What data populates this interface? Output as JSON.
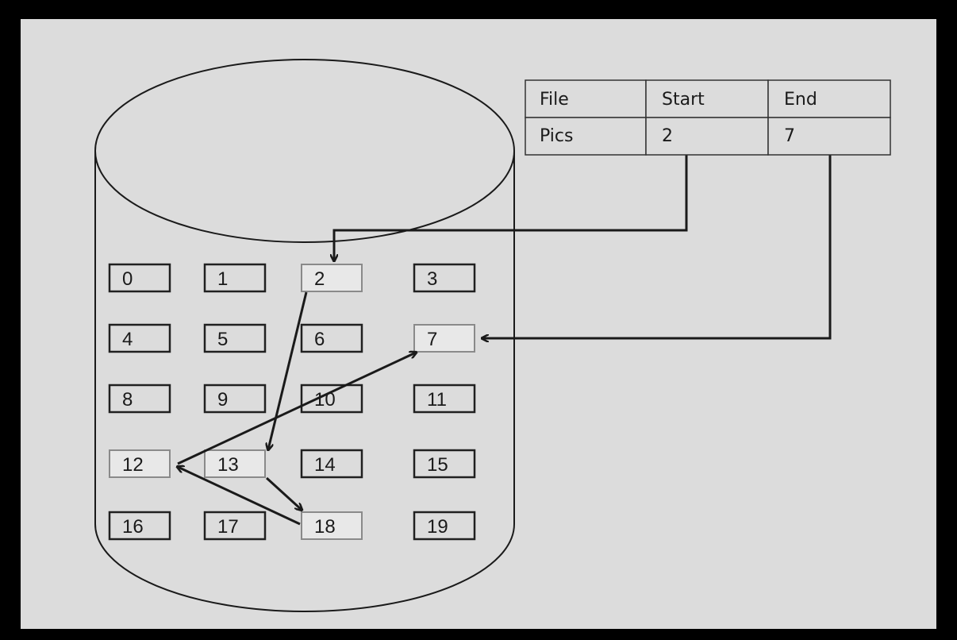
{
  "colors": {
    "background": "#000000",
    "panel": "#dcdcdc",
    "stroke": "#1a1a1a",
    "highlight_border": "#8a8a8a"
  },
  "table": {
    "headers": [
      "File",
      "Start",
      "End"
    ],
    "row": [
      "Pics",
      "2",
      "7"
    ]
  },
  "blocks": [
    "0",
    "1",
    "2",
    "3",
    "4",
    "5",
    "6",
    "7",
    "8",
    "9",
    "10",
    "11",
    "12",
    "13",
    "14",
    "15",
    "16",
    "17",
    "18",
    "19"
  ],
  "highlighted_blocks": [
    "2",
    "7",
    "12",
    "13",
    "18"
  ],
  "chain": [
    "2",
    "13",
    "18",
    "12",
    "7"
  ]
}
